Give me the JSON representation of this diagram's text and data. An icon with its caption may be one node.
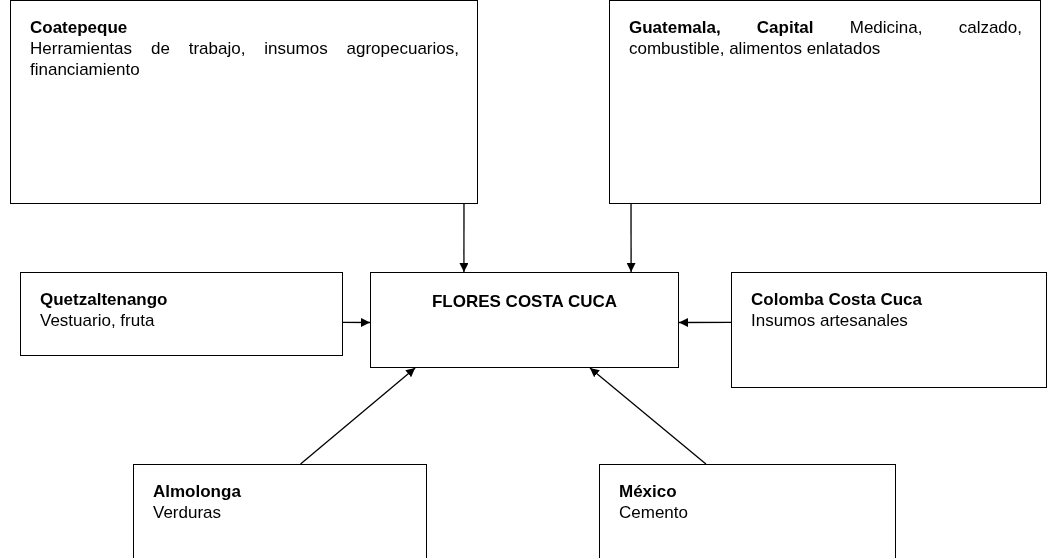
{
  "diagram": {
    "nodes": [
      {
        "text": [
          "Coatepeque",
          "Herramientas de trabajo, insumos agropecuarios, financiamiento"
        ]
      },
      {
        "text": [
          "**Guatemala, Capital** Medicina, calzado, combustible, alimentos enlatados"
        ]
      },
      {
        "text": [
          "Quetzaltenango",
          "Vestuario, fruta"
        ]
      },
      {
        "text": [
          "FLORES COSTA CUCA"
        ]
      },
      {
        "text": [
          "Colomba Costa Cuca",
          "Insumos artesanales"
        ]
      },
      {
        "text": [
          "Almolonga",
          "Verduras"
        ]
      },
      {
        "text": [
          "México",
          "Cemento"
        ]
      }
    ],
    "edges": [
      {
        "from": 0,
        "to": 3,
        "arrow": "to"
      },
      {
        "from": 1,
        "to": 3,
        "arrow": "to"
      },
      {
        "from": 2,
        "to": 3,
        "arrow": "to"
      },
      {
        "from": 4,
        "to": 3,
        "arrow": "to"
      },
      {
        "from": 5,
        "to": 3,
        "arrow": "to"
      },
      {
        "from": 6,
        "to": 3,
        "arrow": "to"
      }
    ]
  }
}
